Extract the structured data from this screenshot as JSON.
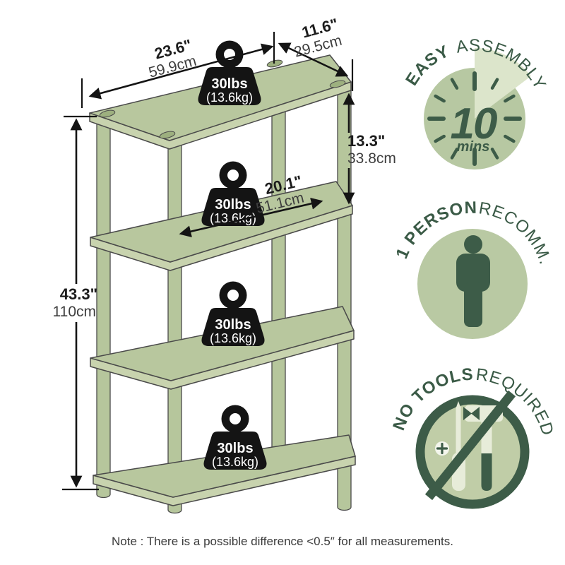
{
  "note": "Note : There is a possible difference <0.5″ for all measurements.",
  "dimensions": {
    "width_in": "23.6\"",
    "width_cm": "59.9cm",
    "depth_in": "11.6\"",
    "depth_cm": "29.5cm",
    "tier_height_in": "13.3\"",
    "tier_height_cm": "33.8cm",
    "inner_width_in": "20.1\"",
    "inner_width_cm": "51.1cm",
    "height_in": "43.3\"",
    "height_cm": "110cm"
  },
  "weight_capacity": {
    "lbs": "30lbs",
    "kg": "(13.6kg)"
  },
  "badges": [
    {
      "title_bold": "EASY",
      "title_rest": "ASSEMBLY",
      "value": "10",
      "unit": "mins"
    },
    {
      "title_bold": "1 PERSON",
      "title_rest": "RECOMM."
    },
    {
      "title_bold": "NO TOOLS",
      "title_rest": "REQUIRED"
    }
  ],
  "colors": {
    "board_green": "#b8c79e",
    "board_side_green": "#c8d3ae",
    "leg_green": "#b6c69c",
    "badge_green": "#b7c8a2",
    "wedge_light": "#dce5cb",
    "dark_green": "#3d5c48",
    "weight_black": "#141414",
    "outline": "#4a4a4a"
  }
}
